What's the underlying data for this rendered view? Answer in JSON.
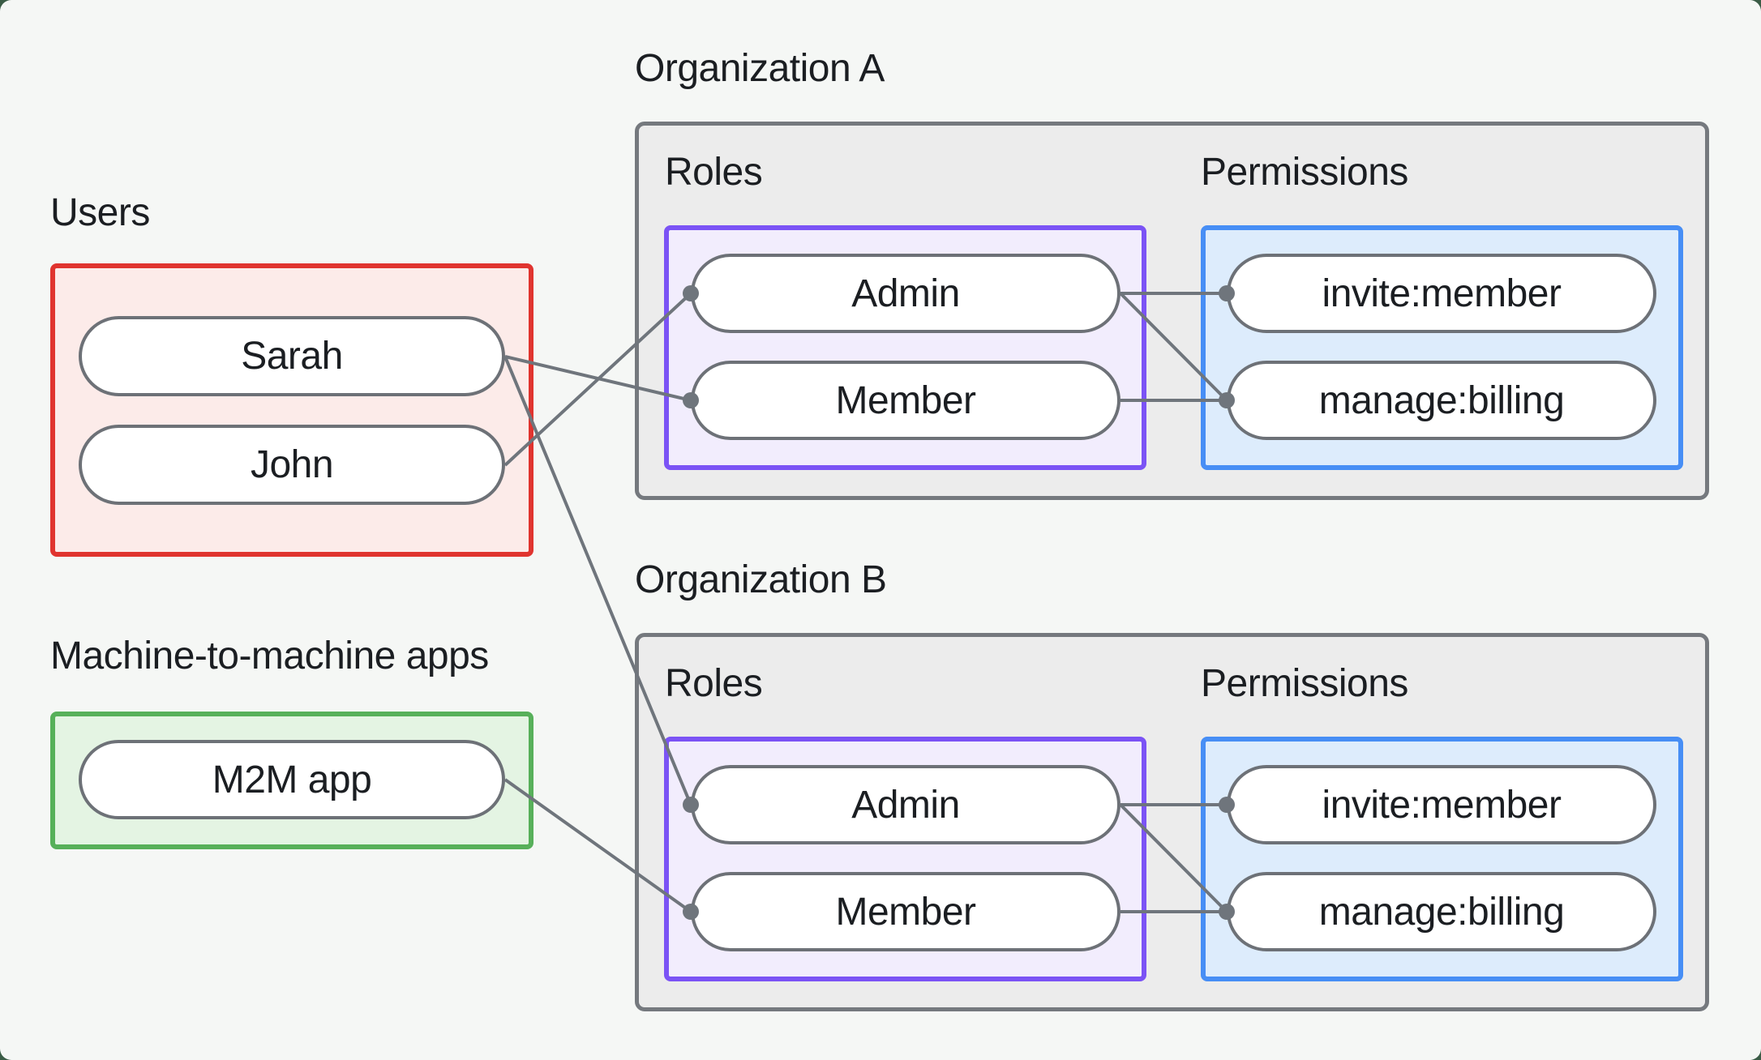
{
  "diagram": {
    "users": {
      "label": "Users",
      "items": [
        "Sarah",
        "John"
      ]
    },
    "m2m": {
      "label": "Machine-to-machine apps",
      "items": [
        "M2M app"
      ]
    },
    "orgs": [
      {
        "label": "Organization A",
        "roles": {
          "label": "Roles",
          "items": [
            "Admin",
            "Member"
          ]
        },
        "permissions": {
          "label": "Permissions",
          "items": [
            "invite:member",
            "manage:billing"
          ]
        }
      },
      {
        "label": "Organization B",
        "roles": {
          "label": "Roles",
          "items": [
            "Admin",
            "Member"
          ]
        },
        "permissions": {
          "label": "Permissions",
          "items": [
            "invite:member",
            "manage:billing"
          ]
        }
      }
    ],
    "connections": [
      {
        "from": "Sarah",
        "to": "Organization A / Member"
      },
      {
        "from": "John",
        "to": "Organization A / Admin"
      },
      {
        "from": "Sarah",
        "to": "Organization B / Admin"
      },
      {
        "from": "M2M app",
        "to": "Organization B / Member"
      },
      {
        "from": "Organization A / Admin",
        "to": "Organization A / invite:member"
      },
      {
        "from": "Organization A / Admin",
        "to": "Organization A / manage:billing"
      },
      {
        "from": "Organization A / Member",
        "to": "Organization A / manage:billing"
      },
      {
        "from": "Organization B / Admin",
        "to": "Organization B / invite:member"
      },
      {
        "from": "Organization B / Admin",
        "to": "Organization B / manage:billing"
      },
      {
        "from": "Organization B / Member",
        "to": "Organization B / manage:billing"
      }
    ],
    "colors": {
      "canvas_bg": "#f5f7f5",
      "outer_bg": "#3a5c46",
      "org_box_bg": "#ececec",
      "org_box_border": "#75797e",
      "users_box_bg": "#fcebe9",
      "users_box_border": "#e0342f",
      "m2m_box_bg": "#e4f4e3",
      "m2m_box_border": "#57b05a",
      "roles_box_bg": "#f2edfd",
      "roles_box_border": "#7b53f5",
      "permissions_box_bg": "#ddecfc",
      "permissions_box_border": "#478ef5",
      "pill_bg": "#ffffff",
      "pill_border": "#6d7177",
      "edge": "#6f757c",
      "text": "#1b1e22"
    }
  }
}
